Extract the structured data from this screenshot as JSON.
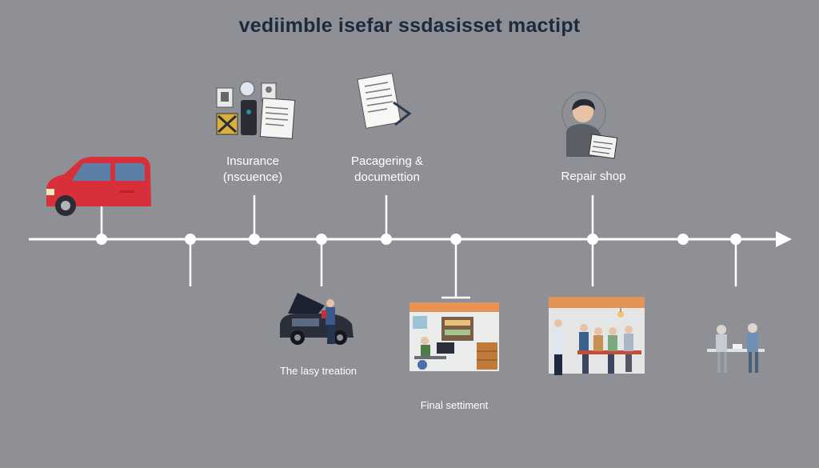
{
  "title": "vediimble isefar ssdasisset mactipt",
  "labels": {
    "insurance": "Insurance\n(nscuence)",
    "packaging": "Pacagering &\ndocumettion",
    "repair_shop": "Repair shop",
    "lasy_treation": "The lasy treation",
    "final_settlement": "Final settiment"
  },
  "colors": {
    "background": "#8e9095",
    "timeline": "#ffffff",
    "title": "#1c2a3d",
    "car_red": "#d8303a"
  },
  "icons": [
    "red-car-icon",
    "insurance-documents-icon",
    "paper-document-icon",
    "agent-person-icon",
    "mechanic-car-icon",
    "office-scene-icon",
    "meeting-scene-icon",
    "consultation-scene-icon"
  ]
}
